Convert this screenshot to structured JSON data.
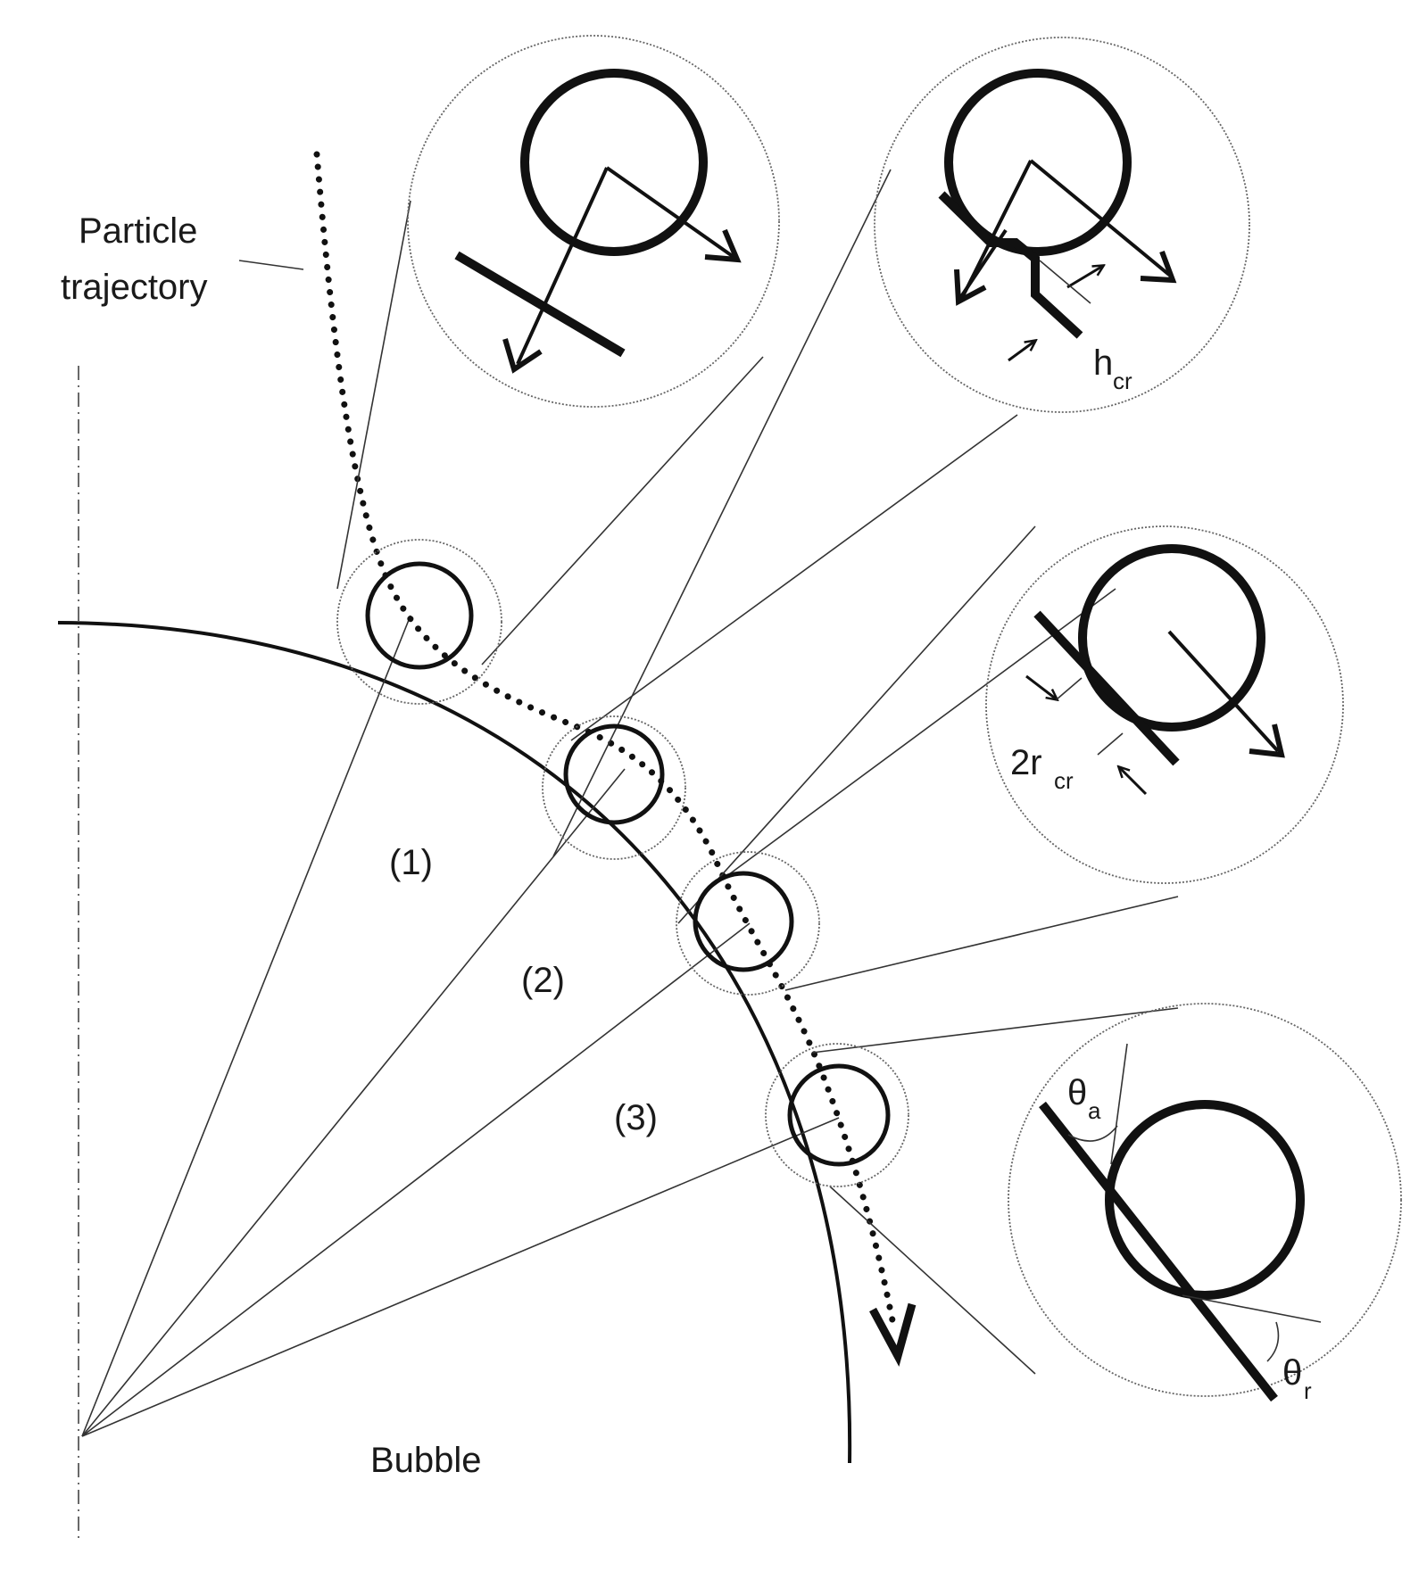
{
  "labels": {
    "particle_trajectory_line1": "Particle",
    "particle_trajectory_line2": "trajectory",
    "bubble": "Bubble",
    "sector_1": "(1)",
    "sector_2": "(2)",
    "sector_3": "(3)",
    "h_cr_main": "h",
    "h_cr_sub": "cr",
    "two_r_cr_main": "2r",
    "two_r_cr_sub": "cr",
    "theta_a_main": "θ",
    "theta_a_sub": "a",
    "theta_r_main": "θ",
    "theta_r_sub": "r"
  },
  "colors": {
    "line": "#111111",
    "background": "#ffffff"
  }
}
